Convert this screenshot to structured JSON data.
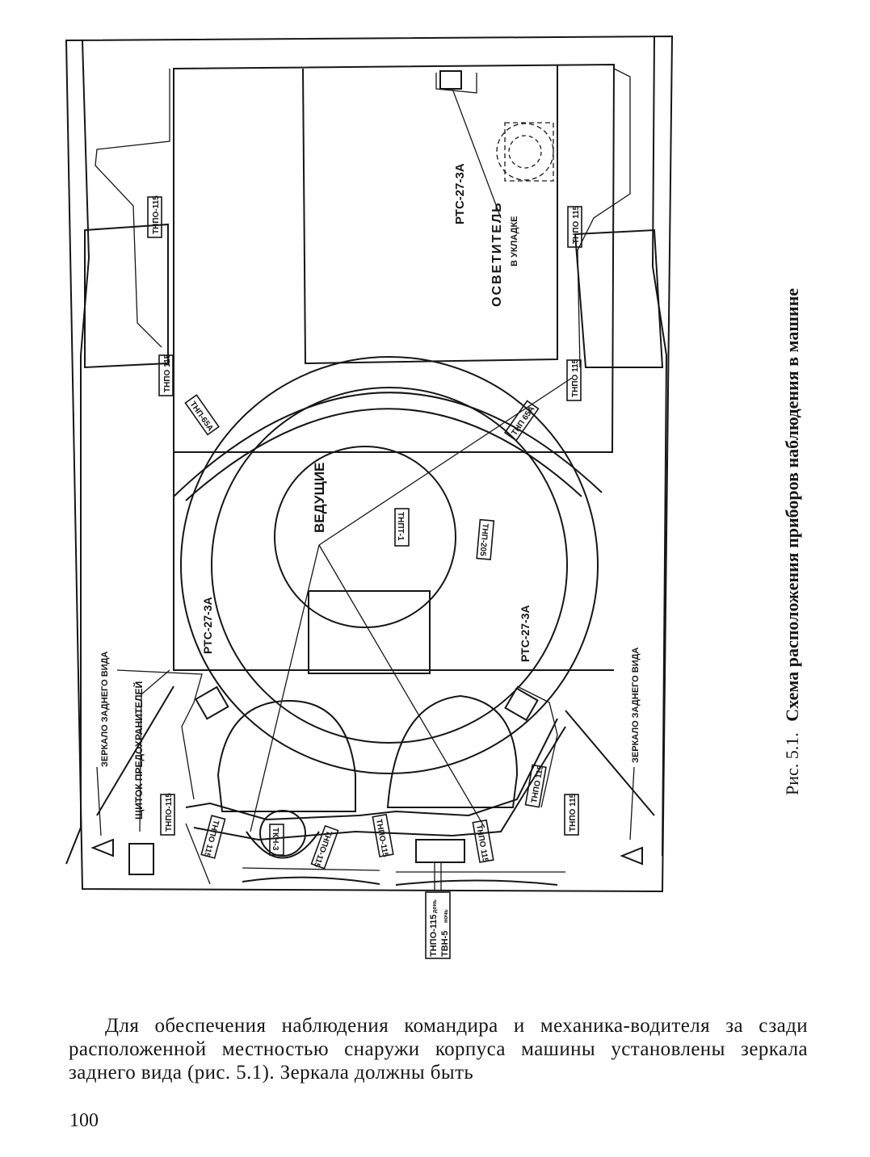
{
  "figure": {
    "caption_prefix": "Рис. 5.1.",
    "caption_title": "Схема расположения приборов наблюдения в машине",
    "labels": {
      "rts_top": "РТС-27-3А",
      "osvetitel": "ОСВЕТИТЕЛЬ",
      "v_ukladke": "В УКЛАДКЕ",
      "tnpo_left_upper": "ТНПО-115",
      "tnpo_left_lower": "ТНПО 115",
      "tnpo_right_upper": "ТНПО 115",
      "tnpo_right_lower": "ТНПО 115",
      "tnp_left": "ТНП-65А",
      "tnp_right": "ТНП 65А",
      "vedushchie": "ВЕДУЩИЕ",
      "tnpt": "ТНПТ-1",
      "tnp_205": "ТНП-205",
      "rts_left": "РТС-27-3А",
      "rts_right": "РТС-27-3А",
      "zerkalo_left": "ЗЕРКАЛО ЗАДНЕГО ВИДА",
      "zerkalo_right": "ЗЕРКАЛО ЗАДНЕГО ВИДА",
      "shchitok": "ЩИТОК ПРЕДОХРАНИТЕЛЕЙ",
      "tnpo_bl1": "ТНПО-115",
      "tnpo_bl2": "ТНПО 115",
      "tkn3": "ТКН-3",
      "tnpo_b1": "ТНПО-115",
      "tnpo_b2": "ТНПО-115",
      "tnpo_b3": "ТНПО 115",
      "tnpo_br1": "ТНПО 115",
      "tnpo_br2": "ТНПО 115",
      "bottom_line1": "ТНПО-115",
      "bottom_line1_sub": "день",
      "bottom_line2": "ТВН-5",
      "bottom_line2_sub": "ночь"
    }
  },
  "body_text": "Для обеспечения наблюдения командира и механика-водителя за сзади расположенной местностью снаружи корпуса машины установлены зеркала заднего вида (рис. 5.1). Зеркала должны быть",
  "page_number": "100"
}
